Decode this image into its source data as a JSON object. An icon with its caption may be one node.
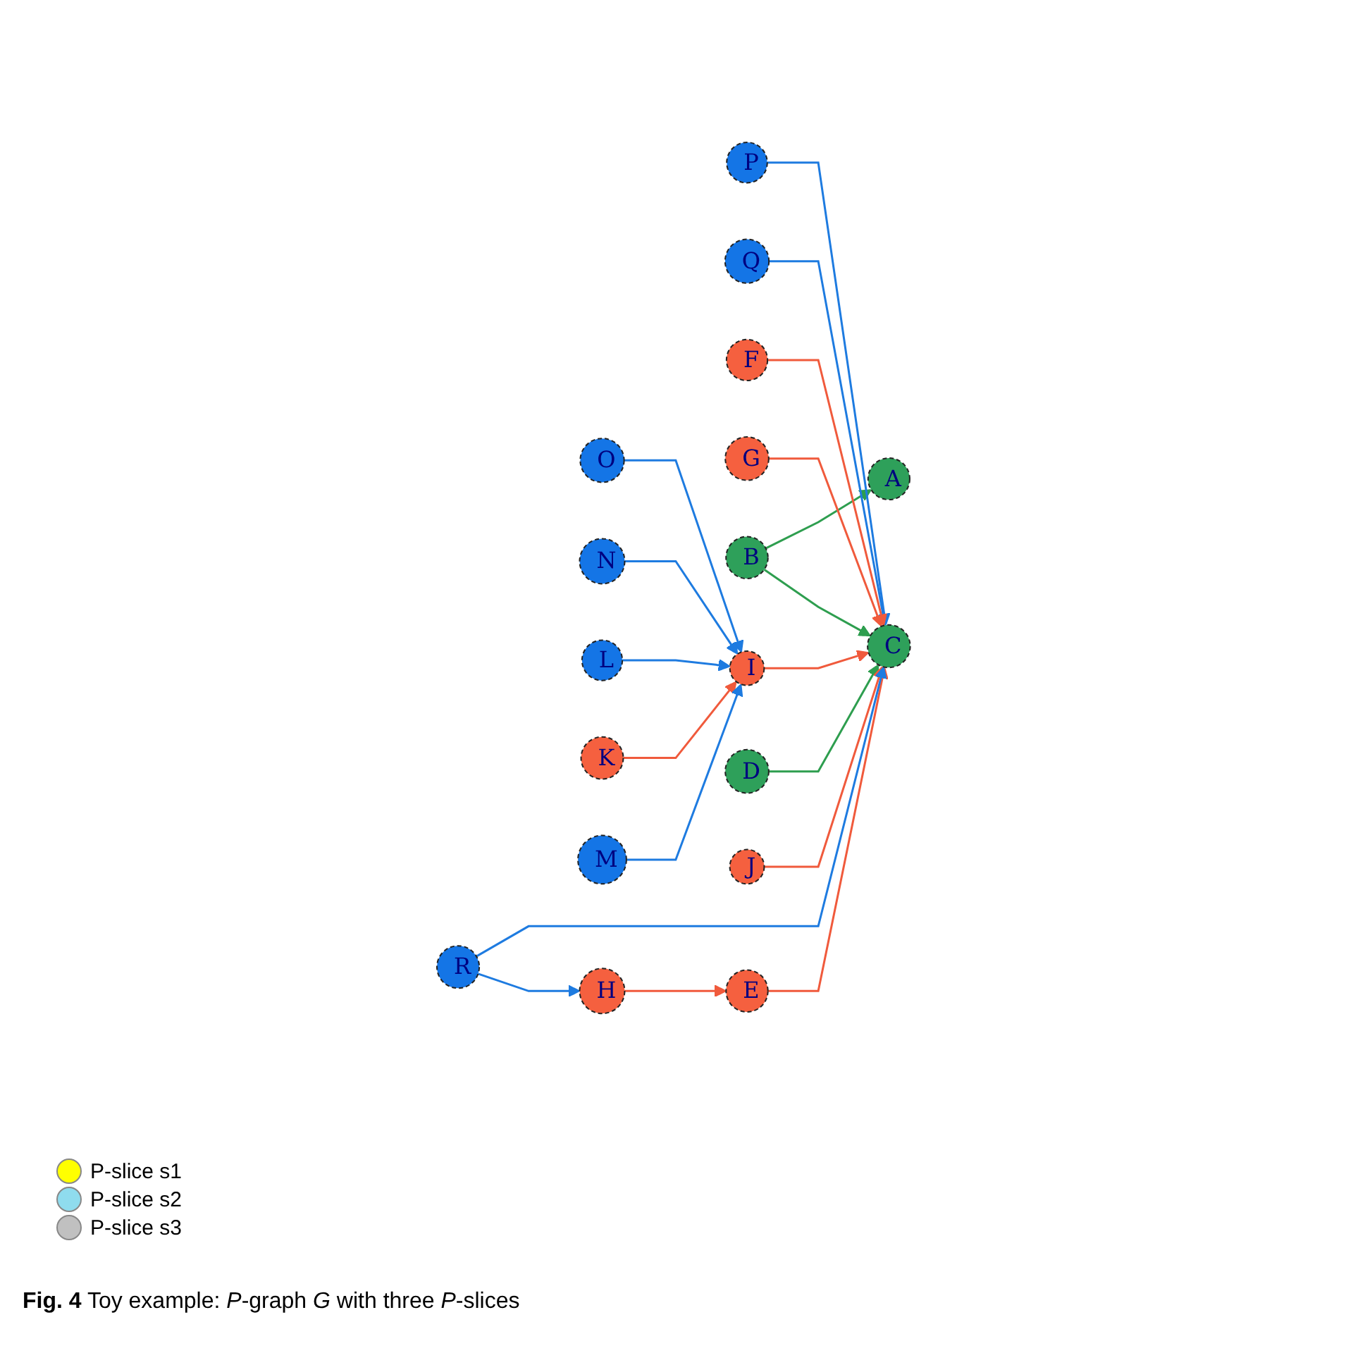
{
  "diagram": {
    "caption": "**Fig. 4** Toy example: *P*-graph *G* with three *P*-slices",
    "nodes": [
      {
        "text": [
          "P"
        ]
      },
      {
        "text": [
          "Q"
        ]
      },
      {
        "text": [
          "O"
        ]
      },
      {
        "text": [
          "F"
        ]
      },
      {
        "text": [
          "N"
        ]
      },
      {
        "text": [
          "G"
        ]
      },
      {
        "text": [
          "A"
        ]
      },
      {
        "text": [
          "B"
        ]
      },
      {
        "text": [
          "L"
        ]
      },
      {
        "text": [
          "I"
        ]
      },
      {
        "text": [
          "C"
        ]
      },
      {
        "text": [
          "D"
        ]
      },
      {
        "text": [
          "J"
        ]
      },
      {
        "text": [
          "K"
        ]
      },
      {
        "text": [
          "M"
        ]
      },
      {
        "text": [
          "E"
        ]
      },
      {
        "text": [
          "R"
        ]
      },
      {
        "text": [
          "H"
        ]
      }
    ],
    "edges": [
      {
        "from": 7,
        "to": 6,
        "arrow": "to",
        "color": "#2e9e4f"
      },
      {
        "from": 7,
        "to": 10,
        "arrow": "to",
        "color": "#2e9e4f"
      },
      {
        "from": 11,
        "to": 10,
        "arrow": "to",
        "color": "#2e9e4f"
      },
      {
        "from": 5,
        "to": 10,
        "arrow": "to",
        "color": "#f05a3c"
      },
      {
        "from": 1,
        "to": 10,
        "arrow": "to"
      },
      {
        "from": 0,
        "to": 10,
        "arrow": "to"
      },
      {
        "from": 3,
        "to": 10,
        "arrow": "to",
        "color": "#f05a3c"
      },
      {
        "from": 9,
        "to": 10,
        "arrow": "to",
        "color": "#f05a3c"
      },
      {
        "from": 12,
        "to": 10,
        "arrow": "to",
        "color": "#f05a3c"
      },
      {
        "from": 15,
        "to": 10,
        "arrow": "to",
        "color": "#f05a3c"
      },
      {
        "from": 16,
        "to": 10,
        "arrow": "to"
      },
      {
        "from": 17,
        "to": 15,
        "arrow": "to",
        "color": "#f05a3c"
      },
      {
        "from": 16,
        "to": 17,
        "arrow": "to"
      },
      {
        "from": 2,
        "to": 9,
        "arrow": "to"
      },
      {
        "from": 4,
        "to": 9,
        "arrow": "to"
      },
      {
        "from": 8,
        "to": 9,
        "arrow": "to"
      },
      {
        "from": 13,
        "to": 9,
        "arrow": "to",
        "color": "#f05a3c"
      },
      {
        "from": 14,
        "to": 9,
        "arrow": "to"
      }
    ],
    "legend": [
      {
        "text": "P-slice s1",
        "color": "#ffff00"
      },
      {
        "text": "P-slice s2",
        "color": "#8fdcee"
      },
      {
        "text": "P-slice s3",
        "color": "#c0c0c0"
      }
    ]
  }
}
